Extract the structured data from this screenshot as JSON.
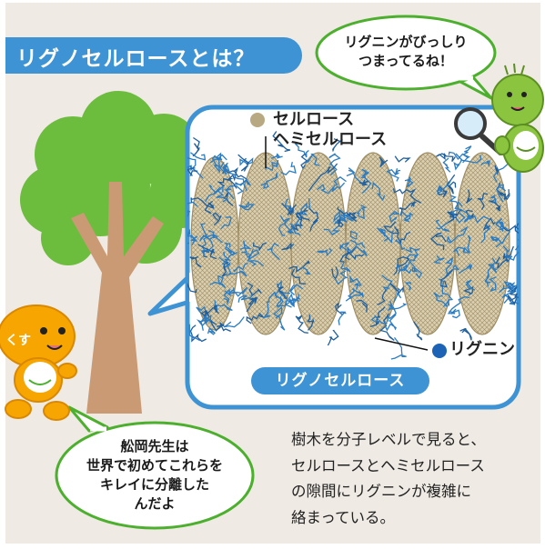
{
  "title": "リグノセルロースとは？",
  "top_bubble": {
    "lines": [
      "リグニンがびっしり",
      "つまってるね！"
    ]
  },
  "diagram": {
    "cellulose_label_lines": [
      "セルロース",
      "ヘミセルロース"
    ],
    "lignin_label": "リグニン",
    "caption": "リグノセルロース"
  },
  "bottom_bubble": {
    "lines": [
      "舩岡先生は",
      "世界で初めてこれらを",
      "キレイに分離した",
      "んだよ"
    ]
  },
  "description": {
    "lines": [
      "樹木を分子レベルで見ると、",
      "セルロースとヘミセルロース",
      "の隙間にリグニンが複雑に",
      "絡まっている。"
    ]
  },
  "character_label": "くす",
  "colors": {
    "background": "#efeae3",
    "accent_blue": "#3d93d3",
    "bubble_green": "#4caf2d",
    "tree_green": "#6cbc3e",
    "trunk": "#c99a73",
    "cellulose": "#b9a982",
    "lignin": "#2b7cc2",
    "mascot": "#f7a500"
  },
  "icons": [
    "magnifier-icon",
    "tree-illustration",
    "mascot-character"
  ]
}
